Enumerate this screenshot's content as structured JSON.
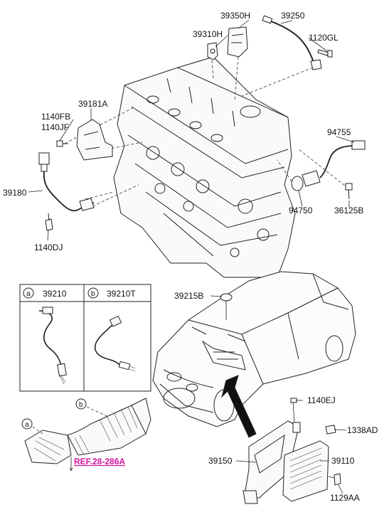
{
  "callouts": {
    "p39350H": "39350H",
    "p39250": "39250",
    "p39310H": "39310H",
    "p1120GL": "1120GL",
    "p39181A": "39181A",
    "p1140FB": "1140FB",
    "p1140JF": "1140JF",
    "p94755": "94755",
    "p39180": "39180",
    "p94750": "94750",
    "p36125B": "36125B",
    "p1140DJ": "1140DJ",
    "p39215B": "39215B",
    "p1140EJ": "1140EJ",
    "p1338AD": "1338AD",
    "p39150": "39150",
    "p39110": "39110",
    "p1129AA": "1129AA"
  },
  "variants": {
    "a_letter": "a",
    "a_part": "39210",
    "b_letter": "b",
    "b_part": "39210T"
  },
  "exhaust": {
    "marker_a": "a",
    "marker_b": "b",
    "reference": "REF.28-286A"
  },
  "colors": {
    "reference_text": "#d2169e",
    "line": "#222222",
    "background": "#ffffff"
  }
}
